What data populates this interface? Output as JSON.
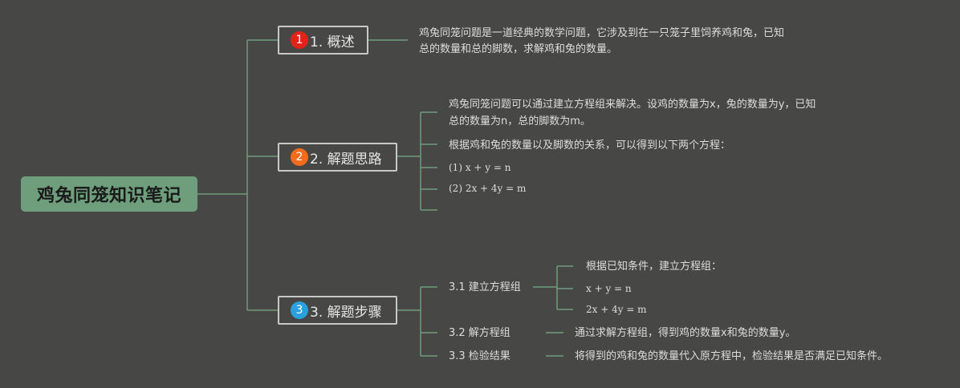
{
  "root": {
    "title": "鸡兔同笼知识笔记"
  },
  "colors": {
    "line": "#6e9e7c",
    "badge1": "#e2231a",
    "badge2": "#f36b1c",
    "badge3": "#2aa0dc"
  },
  "branches": [
    {
      "badge": "1",
      "label": "1. 概述"
    },
    {
      "badge": "2",
      "label": "2. 解题思路"
    },
    {
      "badge": "3",
      "label": "3. 解题步骤"
    }
  ],
  "overview": {
    "line1": "鸡兔同笼问题是一道经典的数学问题，它涉及到在一只笼子里饲养鸡和兔，已知",
    "line2": "总的数量和总的脚数，求解鸡和兔的数量。"
  },
  "approach": {
    "p1_line1": "鸡兔同笼问题可以通过建立方程组来解决。设鸡的数量为x，兔的数量为y，已知",
    "p1_line2": "总的数量为n，总的脚数为m。",
    "p2": "根据鸡和兔的数量以及脚数的关系，可以得到以下两个方程：",
    "eq1": "(1) x + y = n",
    "eq2": "(2) 2x + 4y = m"
  },
  "steps": {
    "s1": {
      "label": "3.1 建立方程组",
      "note": "根据已知条件，建立方程组：",
      "eq1": "x + y = n",
      "eq2": "2x + 4y = m"
    },
    "s2": {
      "label": "3.2 解方程组",
      "note": "通过求解方程组，得到鸡的数量x和兔的数量y。"
    },
    "s3": {
      "label": "3.3 检验结果",
      "note": "将得到的鸡和兔的数量代入原方程中，检验结果是否满足已知条件。"
    }
  }
}
